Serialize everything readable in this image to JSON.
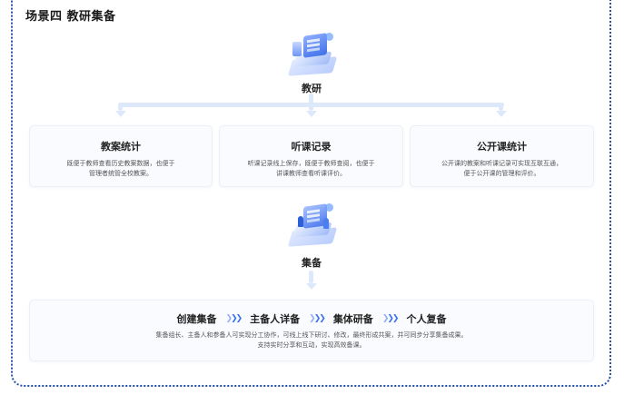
{
  "title": "场景四 教研集备",
  "top_node": {
    "label": "教研",
    "icon": "teaching-research-platform-icon"
  },
  "cards": [
    {
      "title": "教案统计",
      "desc_line1": "既便于教师查看历史教案数据，也便于",
      "desc_line2": "管理者统管全校教案。"
    },
    {
      "title": "听课记录",
      "desc_line1": "听课记录线上保存，既便于教师查阅，也便于",
      "desc_line2": "讲课教师查看听课评价。"
    },
    {
      "title": "公开课统计",
      "desc_line1": "公开课的教案和听课记录可实现互联互通，",
      "desc_line2": "便于公开课的管理和评价。"
    }
  ],
  "mid_node": {
    "label": "集备",
    "icon": "collective-prep-platform-icon"
  },
  "flow": {
    "steps": [
      "创建集备",
      "主备人详备",
      "集体研备",
      "个人复备"
    ],
    "desc_line1": "集备组长、主备人和参备人可实现分工协作，可线上线下研讨、修改，最终形成共案，并可同步分享集备成果。",
    "desc_line2": "支持实时分享和互动，实现高效备课。"
  },
  "colors": {
    "accent": "#3a6ff0",
    "border": "#1f4fa8",
    "connector": "#dde8fb"
  }
}
